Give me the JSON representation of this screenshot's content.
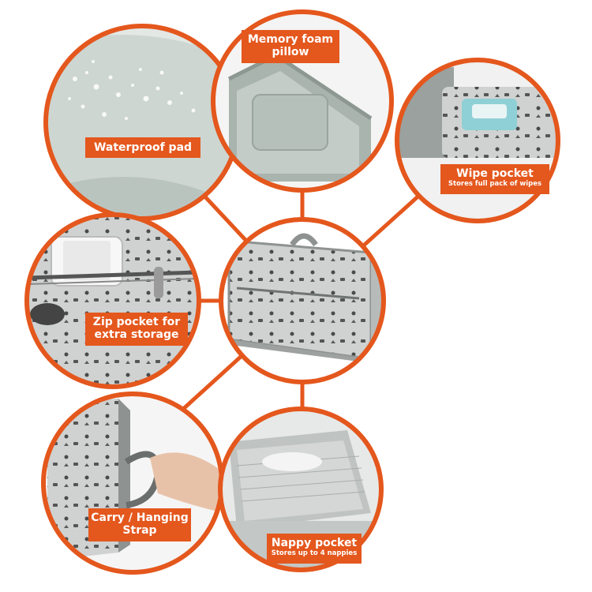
{
  "colors": {
    "accent": "#e4571d",
    "label_text": "#ffffff",
    "fabric": "#c9cccb",
    "background": "#ffffff"
  },
  "features": [
    {
      "id": "waterproof",
      "title": "Waterproof pad",
      "subtitle": ""
    },
    {
      "id": "memory",
      "title": "Memory foam pillow",
      "subtitle": ""
    },
    {
      "id": "wipe",
      "title": "Wipe pocket",
      "subtitle": "Stores full pack of wipes"
    },
    {
      "id": "zip",
      "title": "Zip pocket for extra storage",
      "subtitle": ""
    },
    {
      "id": "carry",
      "title": "Carry / Hanging Strap",
      "subtitle": ""
    },
    {
      "id": "nappy",
      "title": "Nappy pocket",
      "subtitle": "Stores up to 4 nappies"
    }
  ],
  "labels": {
    "waterproof": {
      "title": "Waterproof pad"
    },
    "memory": {
      "line1": "Memory foam",
      "line2": "pillow"
    },
    "wipe": {
      "title": "Wipe pocket",
      "subtitle": "Stores full pack of wipes"
    },
    "zip": {
      "line1": "Zip pocket for",
      "line2": "extra storage"
    },
    "carry": {
      "line1": "Carry / Hanging",
      "line2": "Strap"
    },
    "nappy": {
      "title": "Nappy pocket",
      "subtitle": "Stores up to 4 nappies"
    }
  }
}
